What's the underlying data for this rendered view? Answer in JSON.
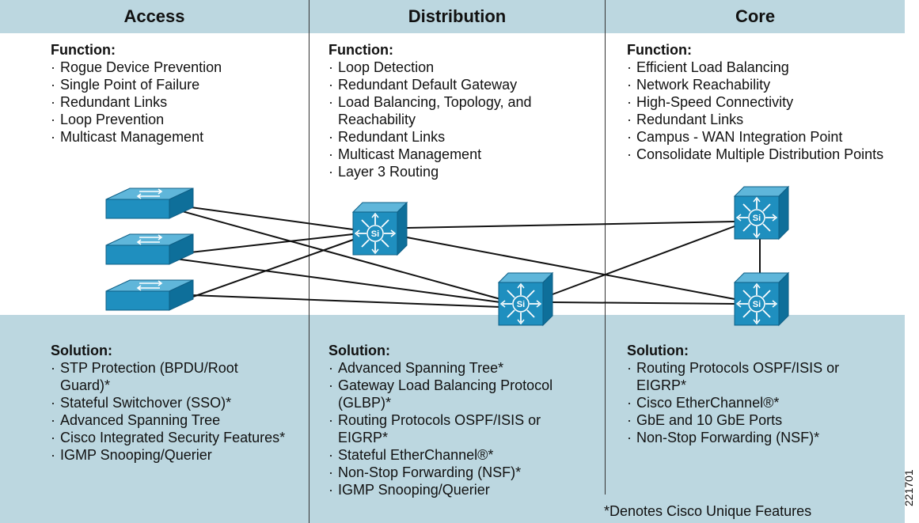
{
  "columns": [
    {
      "title": "Access",
      "function_heading": "Function:",
      "functions": [
        "Rogue Device Prevention",
        "Single Point of Failure",
        "Redundant Links",
        "Loop Prevention",
        "Multicast Management"
      ],
      "solution_heading": "Solution:",
      "solutions": [
        "STP Protection (BPDU/Root Guard)*",
        "Stateful Switchover (SSO)*",
        "Advanced Spanning Tree",
        "Cisco Integrated Security Features*",
        "IGMP Snooping/Querier"
      ]
    },
    {
      "title": "Distribution",
      "function_heading": "Function:",
      "functions": [
        "Loop Detection",
        "Redundant Default Gateway",
        "Load Balancing, Topology, and Reachability",
        "Redundant Links",
        "Multicast Management",
        "Layer 3 Routing"
      ],
      "solution_heading": "Solution:",
      "solutions": [
        "Advanced Spanning Tree*",
        "Gateway Load Balancing Protocol (GLBP)*",
        "Routing Protocols OSPF/ISIS or EIGRP*",
        "Stateful EtherChannel®*",
        "Non-Stop Forwarding (NSF)*",
        "IGMP Snooping/Querier"
      ]
    },
    {
      "title": "Core",
      "function_heading": "Function:",
      "functions": [
        "Efficient Load Balancing",
        "Network Reachability",
        "High-Speed Connectivity",
        "Redundant Links",
        "Campus - WAN Integration Point",
        "Consolidate Multiple Distribution Points"
      ],
      "solution_heading": "Solution:",
      "solutions": [
        "Routing Protocols OSPF/ISIS or EIGRP*",
        "Cisco EtherChannel®*",
        "GbE and 10 GbE Ports",
        "Non-Stop Forwarding (NSF)*"
      ]
    }
  ],
  "footnote": "*Denotes Cisco Unique Features",
  "figure_id": "221701",
  "device_label": "Si",
  "colors": {
    "band": "#bcd7e0",
    "device": "#1f8fbf",
    "device_dark": "#0e5f86"
  }
}
